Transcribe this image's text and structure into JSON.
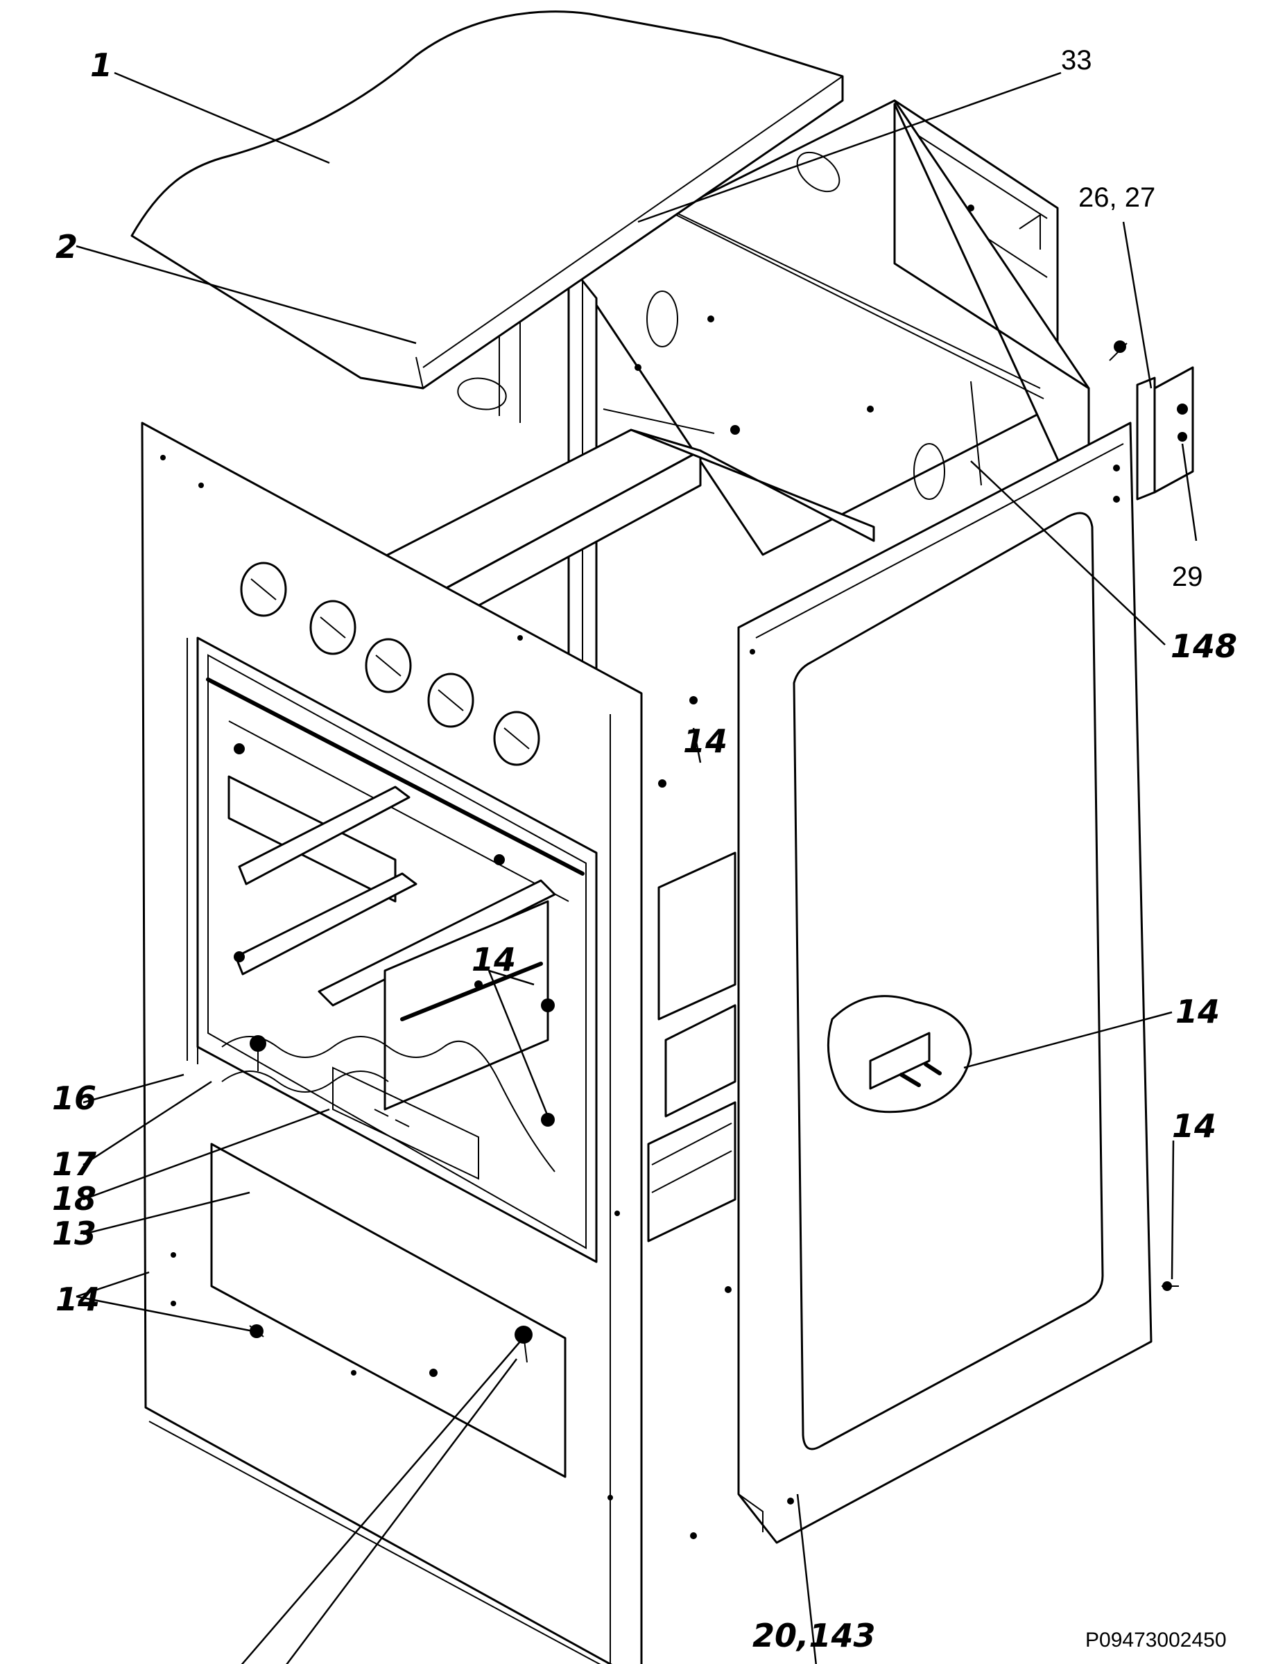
{
  "diagram": {
    "reference_code": "P09473002450",
    "callouts": [
      {
        "id": "c1",
        "label": "1"
      },
      {
        "id": "c2",
        "label": "2"
      },
      {
        "id": "c33",
        "label": "33"
      },
      {
        "id": "c2627",
        "label": "26, 27"
      },
      {
        "id": "c29",
        "label": "29"
      },
      {
        "id": "c148",
        "label": "148"
      },
      {
        "id": "c14a",
        "label": "14"
      },
      {
        "id": "c14b",
        "label": "14"
      },
      {
        "id": "c14c",
        "label": "14"
      },
      {
        "id": "c14d",
        "label": "14"
      },
      {
        "id": "c14e",
        "label": "14"
      },
      {
        "id": "c14f",
        "label": "14"
      },
      {
        "id": "c16",
        "label": "16"
      },
      {
        "id": "c17",
        "label": "17"
      },
      {
        "id": "c18",
        "label": "18"
      },
      {
        "id": "c13a",
        "label": "13"
      },
      {
        "id": "c13b",
        "label": "13"
      },
      {
        "id": "c20143",
        "label": "20,143"
      }
    ]
  }
}
